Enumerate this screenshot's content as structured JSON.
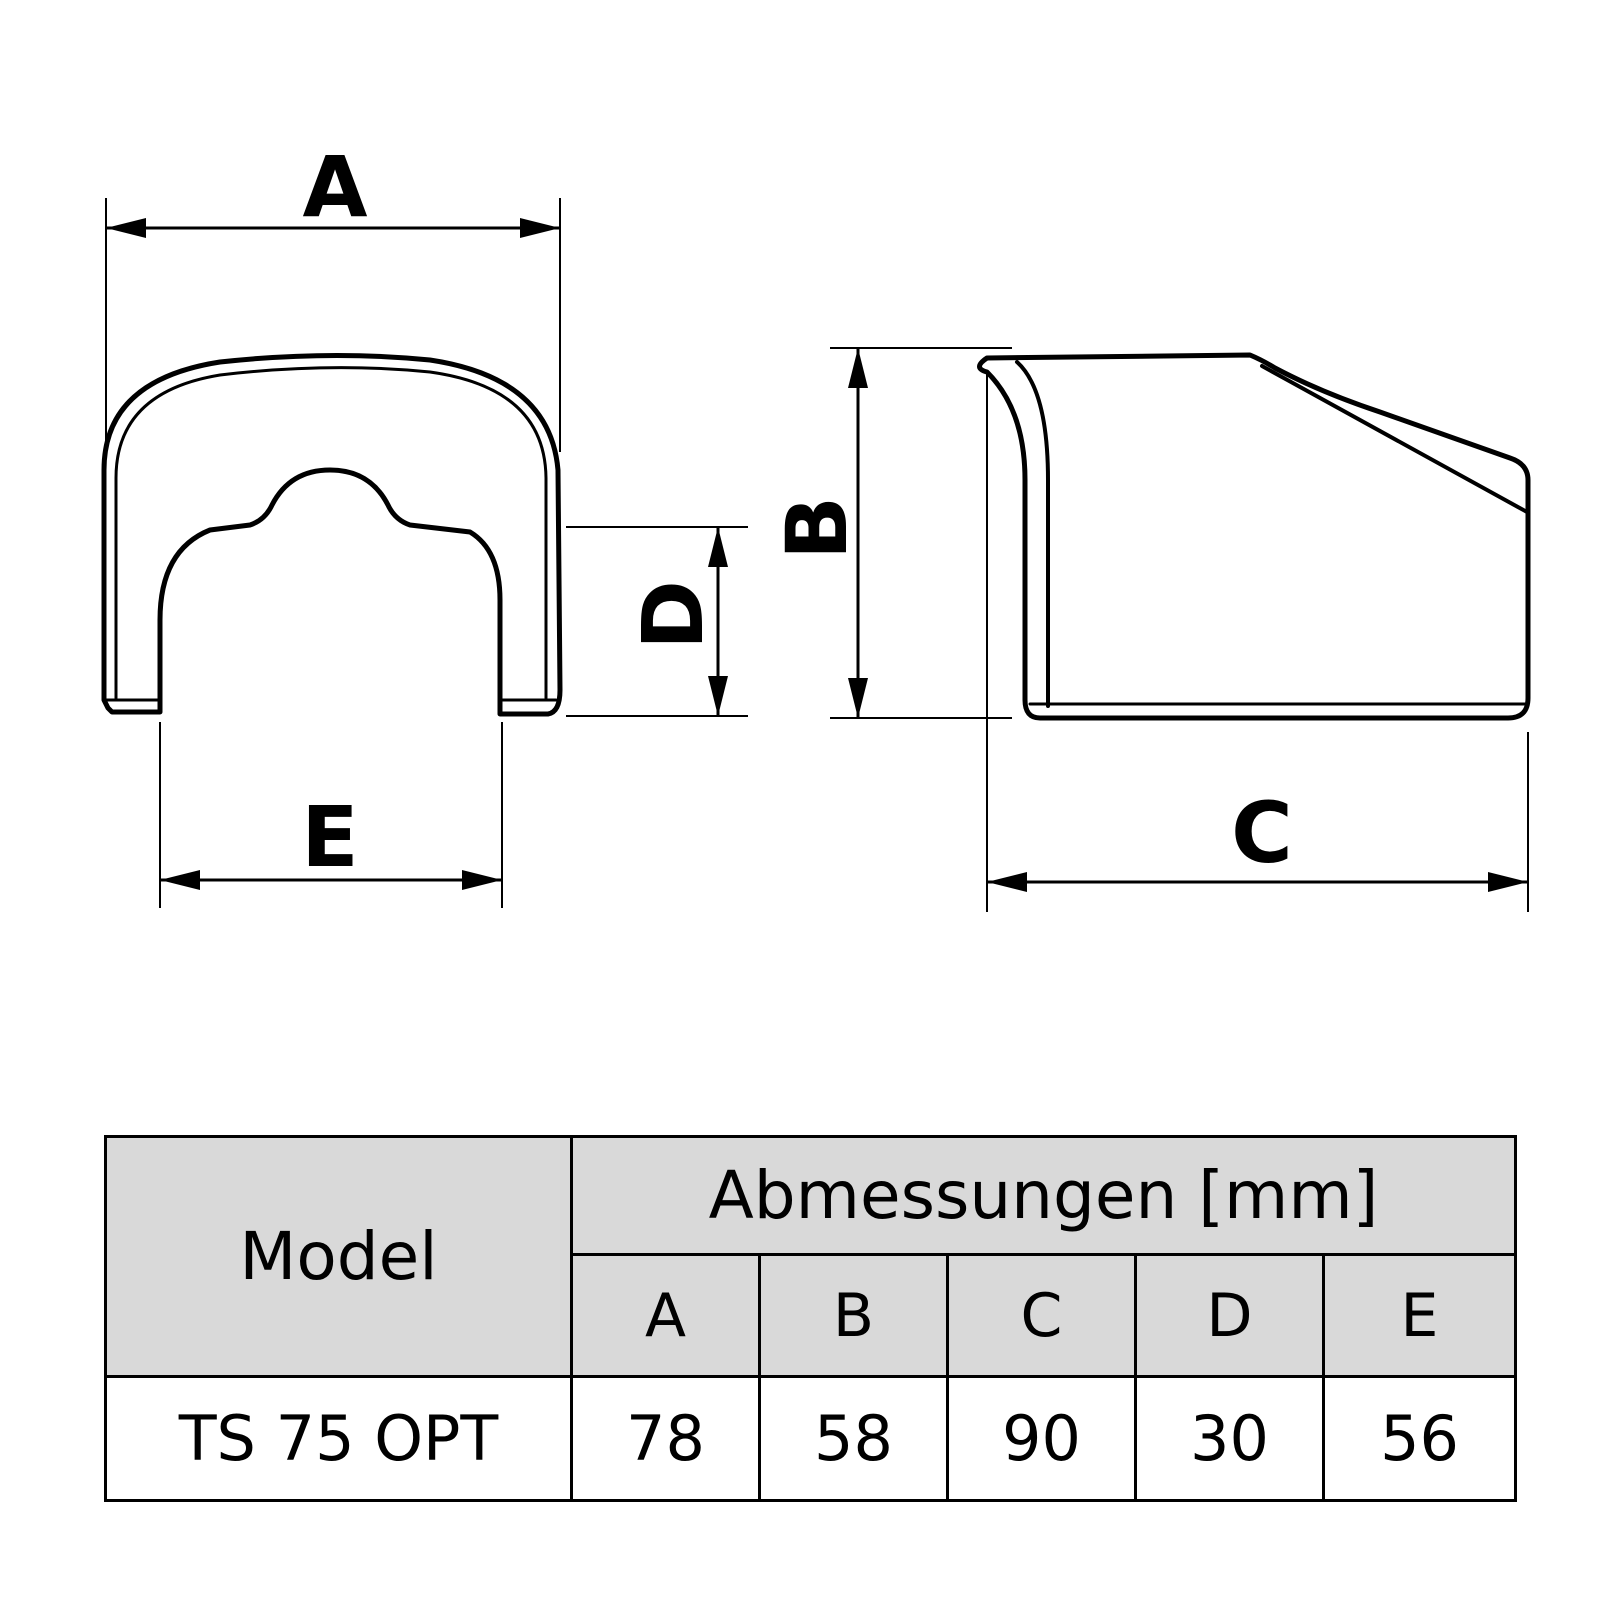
{
  "figure": {
    "labels": {
      "A": "A",
      "B": "B",
      "C": "C",
      "D": "D",
      "E": "E"
    }
  },
  "table": {
    "model_header": "Model",
    "dimensions_header": "Abmessungen [mm]",
    "columns": [
      "A",
      "B",
      "C",
      "D",
      "E"
    ],
    "rows": [
      {
        "model": "TS 75 OPT",
        "values": [
          "78",
          "58",
          "90",
          "30",
          "56"
        ]
      }
    ]
  },
  "colors": {
    "header_bg": "#d9d9d9",
    "line": "#000000"
  }
}
